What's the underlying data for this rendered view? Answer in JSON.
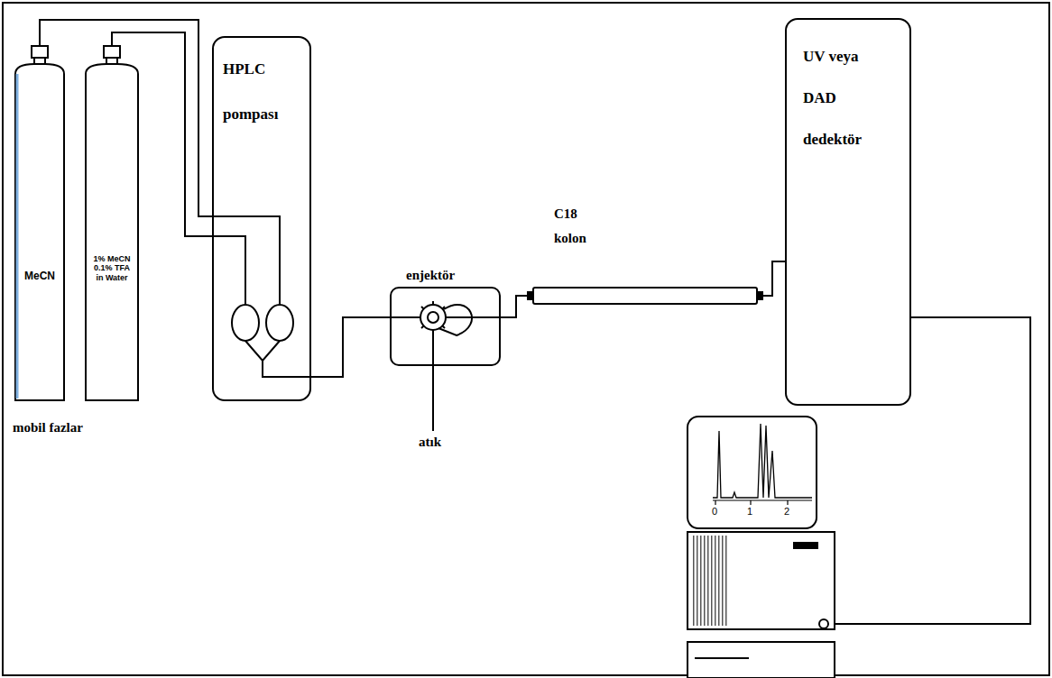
{
  "diagram": {
    "nodes": [
      {
        "text": [
          "MeCN"
        ]
      },
      {
        "text": [
          "1% MeCN 0.1% TFA in Water"
        ]
      },
      {
        "text": [
          "HPLC pompası"
        ]
      },
      {
        "text": [
          "enjektör"
        ]
      },
      {
        "text": [
          "C18 kolon"
        ]
      },
      {
        "text": [
          "UV veya DAD dedektör"
        ]
      }
    ],
    "edges": [
      {
        "from": 0,
        "to": 2,
        "arrow": "none"
      },
      {
        "from": 1,
        "to": 2,
        "arrow": "none"
      },
      {
        "from": 2,
        "to": 3,
        "arrow": "none"
      },
      {
        "from": 3,
        "to": 4,
        "arrow": "none"
      },
      {
        "from": 4,
        "to": 5,
        "arrow": "none"
      }
    ],
    "labels": [
      "mobil fazlar",
      "atık",
      "0",
      "1",
      "2"
    ]
  }
}
